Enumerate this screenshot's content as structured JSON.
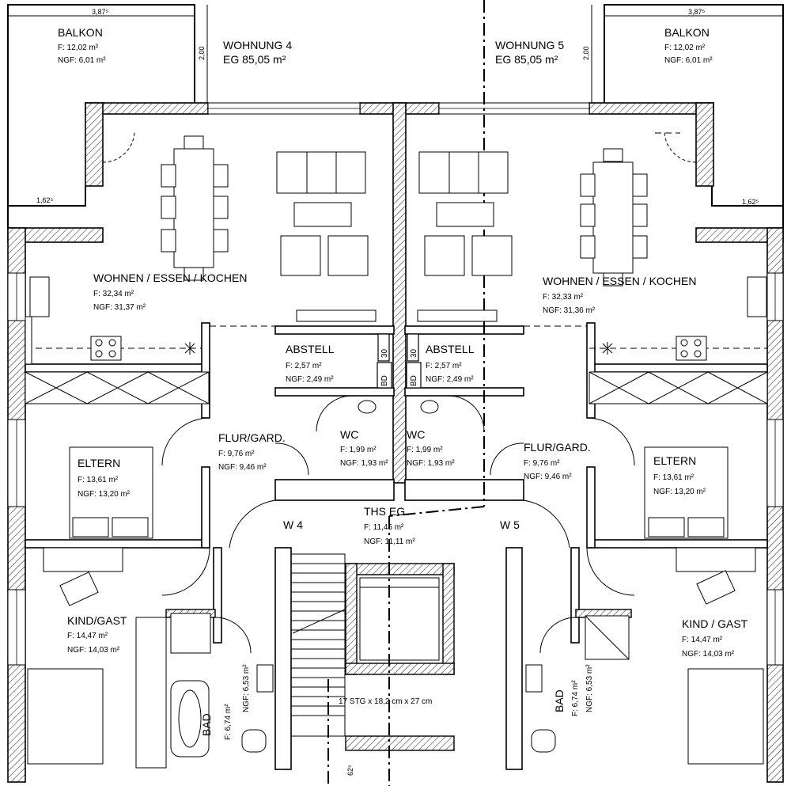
{
  "apartments": {
    "w4": {
      "title": "WOHNUNG 4",
      "subtitle": "EG 85,05 m²"
    },
    "w5": {
      "title": "WOHNUNG 5",
      "subtitle": "EG 85,05 m²"
    }
  },
  "rooms": [
    {
      "key": "balkon_l",
      "name": "BALKON",
      "f": "F: 12,02 m²",
      "ngf": "NGF: 6,01 m²"
    },
    {
      "key": "balkon_r",
      "name": "BALKON",
      "f": "F: 12,02 m²",
      "ngf": "NGF: 6,01 m²"
    },
    {
      "key": "wohnen_l",
      "name": "WOHNEN / ESSEN / KOCHEN",
      "f": "F: 32,34 m²",
      "ngf": "NGF: 31,37 m²"
    },
    {
      "key": "wohnen_r",
      "name": "WOHNEN / ESSEN / KOCHEN",
      "f": "F: 32,33 m²",
      "ngf": "NGF: 31,36 m²"
    },
    {
      "key": "abstell_l",
      "name": "ABSTELL",
      "f": "F: 2,57 m²",
      "ngf": "NGF: 2,49 m²"
    },
    {
      "key": "abstell_r",
      "name": "ABSTELL",
      "f": "F: 2,57 m²",
      "ngf": "NGF: 2,49 m²"
    },
    {
      "key": "wc_l",
      "name": "WC",
      "f": "F: 1,99 m²",
      "ngf": "NGF: 1,93 m²"
    },
    {
      "key": "wc_r",
      "name": "WC",
      "f": "F: 1,99 m²",
      "ngf": "NGF: 1,93 m²"
    },
    {
      "key": "flur_l",
      "name": "FLUR/GARD.",
      "f": "F: 9,76 m²",
      "ngf": "NGF: 9,46 m²"
    },
    {
      "key": "flur_r",
      "name": "FLUR/GARD.",
      "f": "F: 9,76 m²",
      "ngf": "NGF: 9,46 m²"
    },
    {
      "key": "eltern_l",
      "name": "ELTERN",
      "f": "F: 13,61 m²",
      "ngf": "NGF: 13,20 m²"
    },
    {
      "key": "eltern_r",
      "name": "ELTERN",
      "f": "F: 13,61 m²",
      "ngf": "NGF: 13,20 m²"
    },
    {
      "key": "ths",
      "name": "THS EG",
      "f": "F: 11,45 m²",
      "ngf": "NGF: 11,11 m²"
    },
    {
      "key": "kind_l",
      "name": "KIND/GAST",
      "f": "F: 14,47 m²",
      "ngf": "NGF: 14,03 m²"
    },
    {
      "key": "kind_r",
      "name": "KIND / GAST",
      "f": "F: 14,47 m²",
      "ngf": "NGF: 14,03 m²"
    }
  ],
  "bad": {
    "l": {
      "name": "BAD",
      "f": "F: 6,74 m²",
      "ngf": "NGF: 6,53 m²"
    },
    "r": {
      "name": "BAD",
      "f": "F: 6,74 m²",
      "ngf": "NGF: 6,53 m²"
    }
  },
  "entries": {
    "w4": "W 4",
    "w5": "W 5"
  },
  "stairs": {
    "label": "17 STG x 18,2 cm x 27 cm"
  },
  "tags": {
    "bd": "BD",
    "num30": "30"
  },
  "dims": {
    "balkon_width": "3,87⁵",
    "balkon_depth": "2,00",
    "balkon_step": "1,62⁵",
    "bottom": "62⁵"
  }
}
